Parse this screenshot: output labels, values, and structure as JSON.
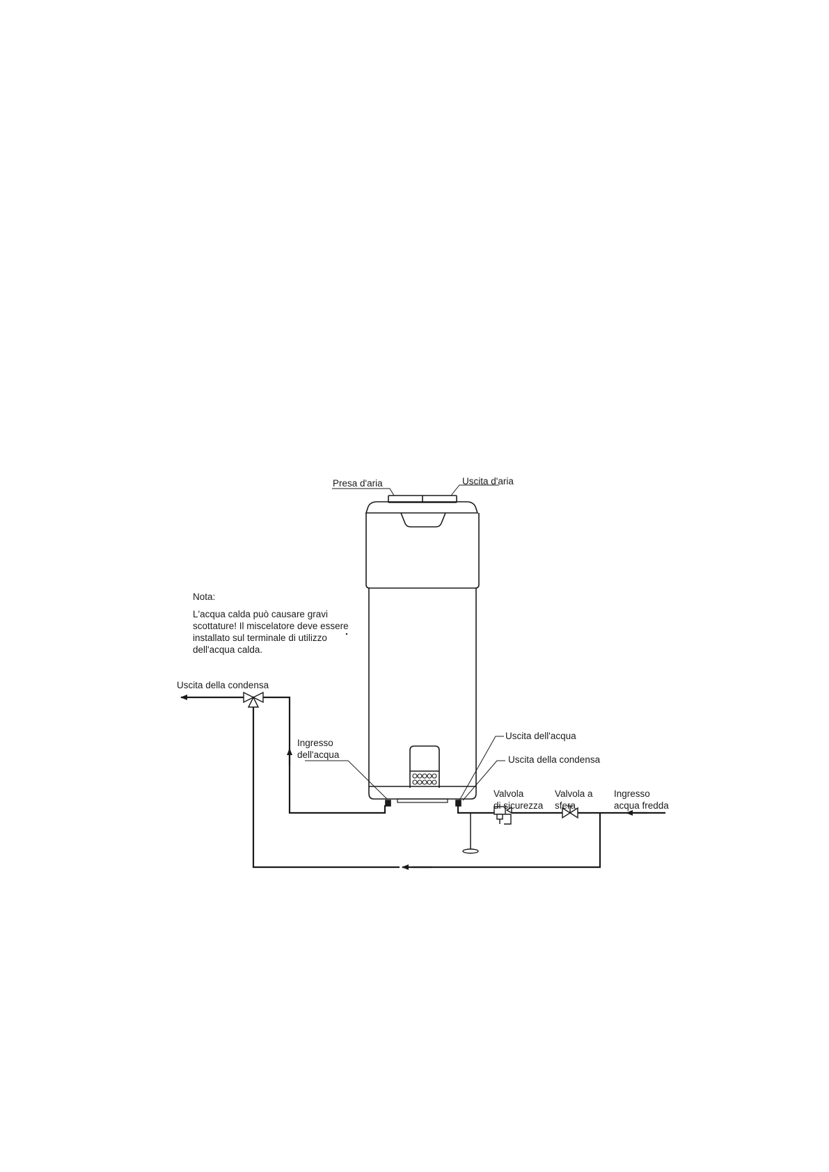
{
  "labels": {
    "air_intake": "Presa d'aria",
    "air_outlet": "Uscita d'aria",
    "condensate_outlet_left": "Uscita della condensa",
    "water_inlet": [
      "Ingresso",
      "dell'acqua"
    ],
    "water_outlet": "Uscita dell'acqua",
    "condensate_outlet_right": "Uscita della condensa",
    "safety_valve": [
      "Valvola",
      "di sicurezza"
    ],
    "ball_valve": [
      "Valvola a",
      "sfera"
    ],
    "cold_water_inlet": [
      "Ingresso",
      "acqua fredda"
    ]
  },
  "note": {
    "title": "Nota:",
    "lines": [
      "L'acqua calda può causare gravi",
      "scottature! Il miscelatore deve essere",
      "installato sul terminale di utilizzo",
      "dell'acqua calda."
    ]
  },
  "colors": {
    "line": "#1a1a1a",
    "background": "#ffffff"
  }
}
